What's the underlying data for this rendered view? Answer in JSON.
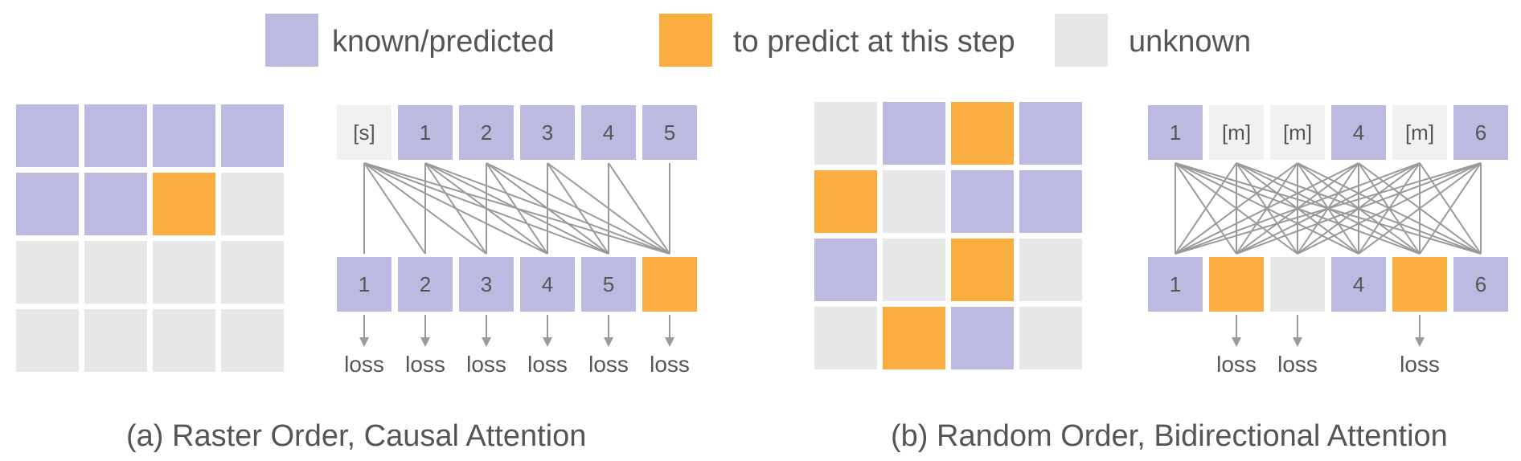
{
  "colors": {
    "known": "#bcbae0",
    "predict": "#fbae40",
    "unknown": "#e6e7e8",
    "mask": "#f0f1f1",
    "line": "#9a9a9a"
  },
  "legend": {
    "known_label": "known/predicted",
    "predict_label": "to predict at this step",
    "unknown_label": "unknown"
  },
  "panel_a": {
    "caption": "(a) Raster Order, Causal Attention",
    "grid": [
      [
        "known",
        "known",
        "known",
        "known"
      ],
      [
        "known",
        "known",
        "predict",
        "unknown"
      ],
      [
        "unknown",
        "unknown",
        "unknown",
        "unknown"
      ],
      [
        "unknown",
        "unknown",
        "unknown",
        "unknown"
      ]
    ],
    "inputs": [
      {
        "label": "[s]",
        "state": "mask"
      },
      {
        "label": "1",
        "state": "known"
      },
      {
        "label": "2",
        "state": "known"
      },
      {
        "label": "3",
        "state": "known"
      },
      {
        "label": "4",
        "state": "known"
      },
      {
        "label": "5",
        "state": "known"
      }
    ],
    "outputs": [
      {
        "label": "1",
        "state": "known"
      },
      {
        "label": "2",
        "state": "known"
      },
      {
        "label": "3",
        "state": "known"
      },
      {
        "label": "4",
        "state": "known"
      },
      {
        "label": "5",
        "state": "known"
      },
      {
        "label": "",
        "state": "predict"
      }
    ],
    "loss": [
      "loss",
      "loss",
      "loss",
      "loss",
      "loss",
      "loss"
    ]
  },
  "panel_b": {
    "caption": "(b) Random Order, Bidirectional Attention",
    "grid": [
      [
        "unknown",
        "known",
        "predict",
        "known"
      ],
      [
        "predict",
        "unknown",
        "known",
        "known"
      ],
      [
        "known",
        "unknown",
        "predict",
        "unknown"
      ],
      [
        "unknown",
        "predict",
        "known",
        "unknown"
      ]
    ],
    "inputs": [
      {
        "label": "1",
        "state": "known"
      },
      {
        "label": "[m]",
        "state": "mask"
      },
      {
        "label": "[m]",
        "state": "mask"
      },
      {
        "label": "4",
        "state": "known"
      },
      {
        "label": "[m]",
        "state": "mask"
      },
      {
        "label": "6",
        "state": "known"
      }
    ],
    "outputs": [
      {
        "label": "1",
        "state": "known"
      },
      {
        "label": "",
        "state": "predict"
      },
      {
        "label": "",
        "state": "unknown"
      },
      {
        "label": "4",
        "state": "known"
      },
      {
        "label": "",
        "state": "predict"
      },
      {
        "label": "6",
        "state": "known"
      }
    ],
    "loss": [
      "",
      "loss",
      "loss",
      "",
      "loss",
      ""
    ]
  }
}
